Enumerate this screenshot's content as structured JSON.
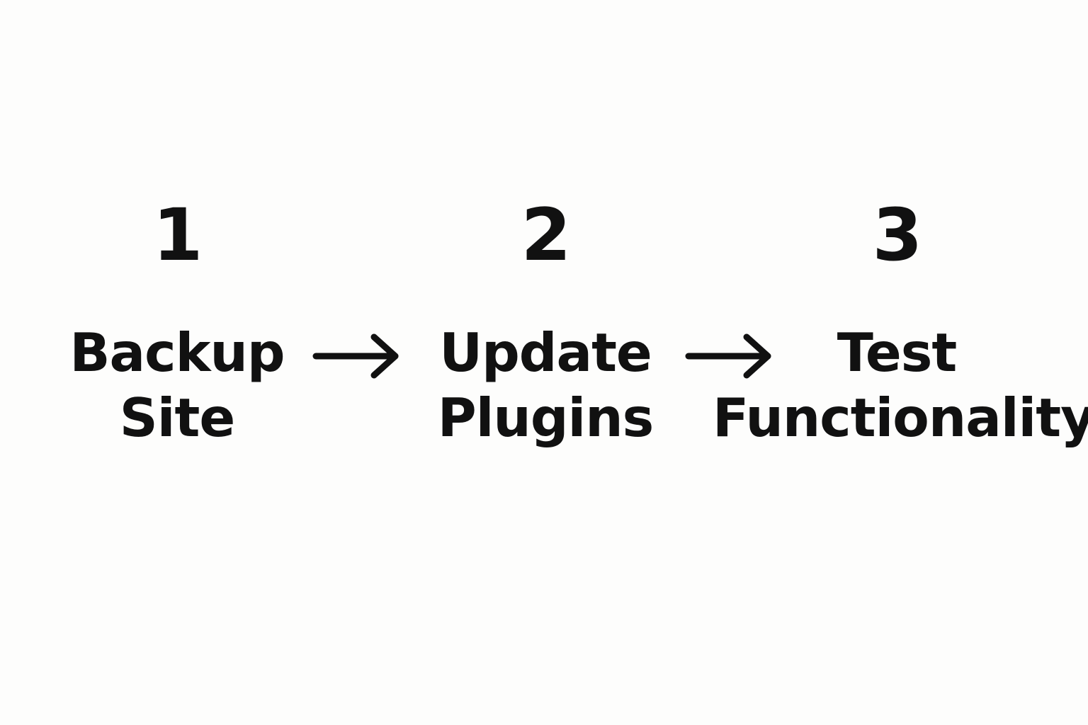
{
  "steps": [
    {
      "number": "1",
      "label_line1": "Backup",
      "label_line2": "Site"
    },
    {
      "number": "2",
      "label_line1": "Update",
      "label_line2": "Plugins"
    },
    {
      "number": "3",
      "label_line1": "Test",
      "label_line2": "Functionality"
    }
  ],
  "colors": {
    "background": "#fdfdfc",
    "text": "#111111",
    "arrow": "#111111"
  },
  "icons": {
    "connector": "right-arrow-icon"
  }
}
